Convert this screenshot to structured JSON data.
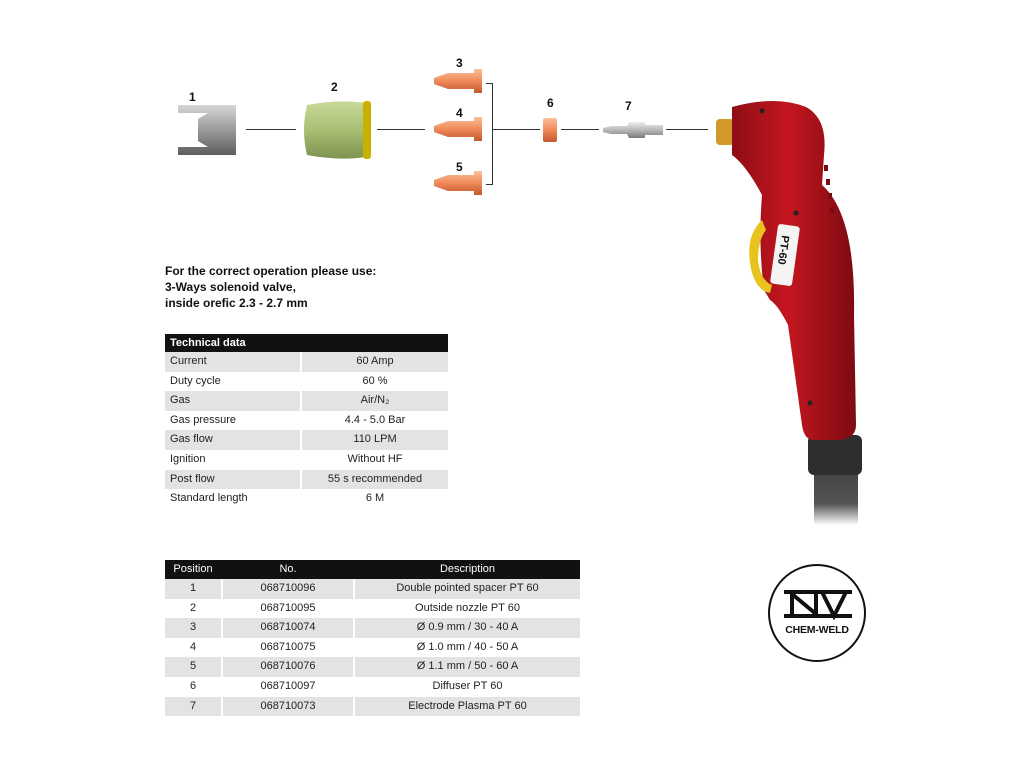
{
  "parts_diagram": {
    "labels": [
      "1",
      "2",
      "3",
      "4",
      "5",
      "6",
      "7"
    ]
  },
  "torch": {
    "model_label": "PT-60"
  },
  "note": {
    "line1": "For the correct operation please use:",
    "line2": "3-Ways solenoid valve,",
    "line3": "inside orefic 2.3 - 2.7 mm"
  },
  "technical": {
    "title": "Technical data",
    "rows": [
      {
        "label": "Current",
        "value": "60 Amp"
      },
      {
        "label": "Duty cycle",
        "value": "60 %"
      },
      {
        "label": "Gas",
        "value": "Air/N₂"
      },
      {
        "label": "Gas pressure",
        "value": "4.4 - 5.0 Bar"
      },
      {
        "label": "Gas flow",
        "value": "110 LPM"
      },
      {
        "label": "Ignition",
        "value": "Without HF"
      },
      {
        "label": "Post flow",
        "value": "55 s recommended"
      },
      {
        "label": "Standard length",
        "value": "6 M"
      }
    ]
  },
  "parts_table": {
    "headers": {
      "position": "Position",
      "no": "No.",
      "description": "Description"
    },
    "rows": [
      {
        "position": "1",
        "no": "068710096",
        "description": "Double pointed spacer PT 60"
      },
      {
        "position": "2",
        "no": "068710095",
        "description": "Outside nozzle PT 60"
      },
      {
        "position": "3",
        "no": "068710074",
        "description": "Ø 0.9 mm / 30 - 40 A"
      },
      {
        "position": "4",
        "no": "068710075",
        "description": "Ø 1.0 mm / 40 - 50 A"
      },
      {
        "position": "5",
        "no": "068710076",
        "description": "Ø 1.1 mm / 50 - 60 A"
      },
      {
        "position": "6",
        "no": "068710097",
        "description": "Diffuser PT 60"
      },
      {
        "position": "7",
        "no": "068710073",
        "description": "Electrode Plasma PT 60"
      }
    ]
  },
  "logo": {
    "text": "CHEM-WELD"
  },
  "colors": {
    "torch_red": "#b5121b",
    "copper": "#f08a5a",
    "nozzle_green": "#a9bf73",
    "header_black": "#111111",
    "row_shade": "#e3e3e3"
  }
}
